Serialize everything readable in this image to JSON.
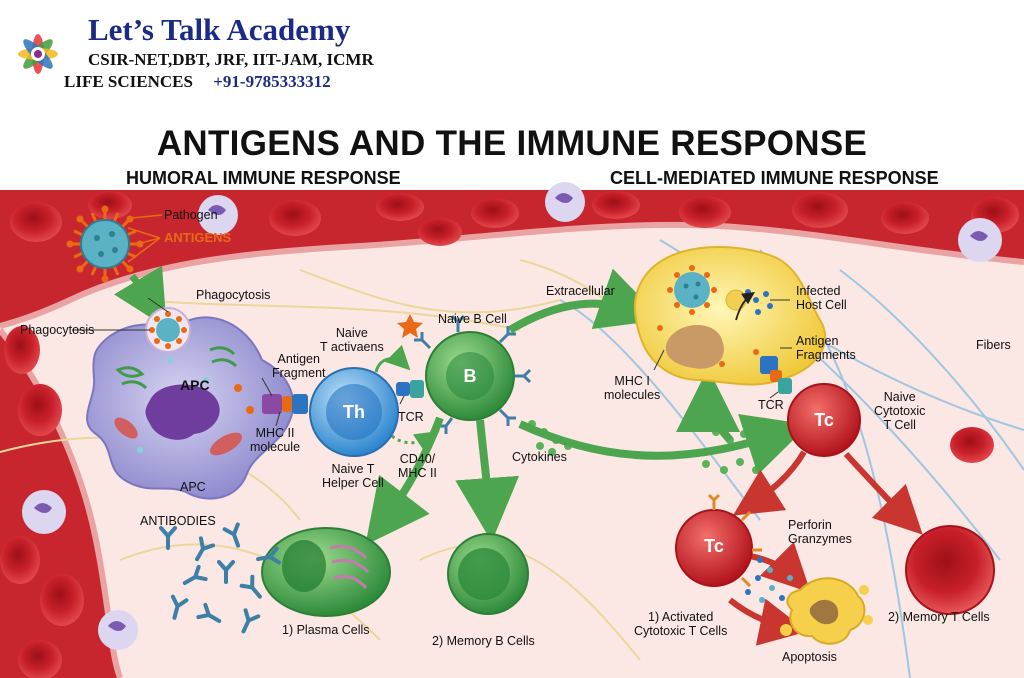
{
  "brand": {
    "name": "Let’s Talk Academy",
    "exams": "CSIR-NET,DBT, JRF, IIT-JAM, ICMR",
    "subject": "LIFE SCIENCES",
    "phone": "+91-9785333312"
  },
  "title": "ANTIGENS AND THE IMMUNE RESPONSE",
  "sections": {
    "humoral": "HUMORAL IMMUNE RESPONSE",
    "cell_mediated": "CELL-MEDIATED IMMUNE RESPONSE"
  },
  "labels": {
    "pathogen": "Pathogen",
    "antigens": "ANTIGENS",
    "phagocytosis_top": "Phagocytosis",
    "phagocytosis_left": "Phagocytosis",
    "apc_inner": "APC",
    "apc_outer": "APC",
    "antigen_fragment": "Antigen\nFragment",
    "mhc2_molecule": "MHC II\nmolecule",
    "naive_t_activ": "Naive\nT activaens",
    "th": "Th",
    "naive_t_helper": "Naive T\nHelper Cell",
    "tcr_left": "TCR",
    "cd40": "CD40/\nMHC II",
    "naive_b": "Naive B Cell",
    "b": "B",
    "extracellular": "Extracellular",
    "cytokines": "Cytokines",
    "antibodies": "ANTIBODIES",
    "plasma": "1) Plasma Cells",
    "memory_b": "2) Memory B Cells",
    "infected_host": "Infected\nHost Cell",
    "antigen_fragments": "Antigen\nFragments",
    "mhc1": "MHC I\nmolecules",
    "tcr_right": "TCR",
    "tc_naive": "Tc",
    "naive_cytotoxic": "Naive\nCytotoxic\nT Cell",
    "fibers": "Fibers",
    "tc_active": "Tc",
    "perforin": "Perforin\nGranzymes",
    "activated_tc": "1) Activated\nCytotoxic T Cells",
    "apoptosis": "Apoptosis",
    "memory_t": "2) Memory T Cells"
  },
  "colors": {
    "brand_blue": "#1b2a86",
    "tissue": "#fbe9e6",
    "vessel": "#c8232c",
    "rbc": "#d3202a",
    "apc": "#a9a5d9",
    "th": "#4aa3e0",
    "bcell": "#3fa84a",
    "infected": "#f7dc5c",
    "tc": "#d8262c",
    "arrow_green": "#5ab25a",
    "arrow_red": "#cc3b33",
    "antigen": "#e86a14",
    "virus": "#5bb2c4",
    "antibody": "#3d7fa6"
  }
}
